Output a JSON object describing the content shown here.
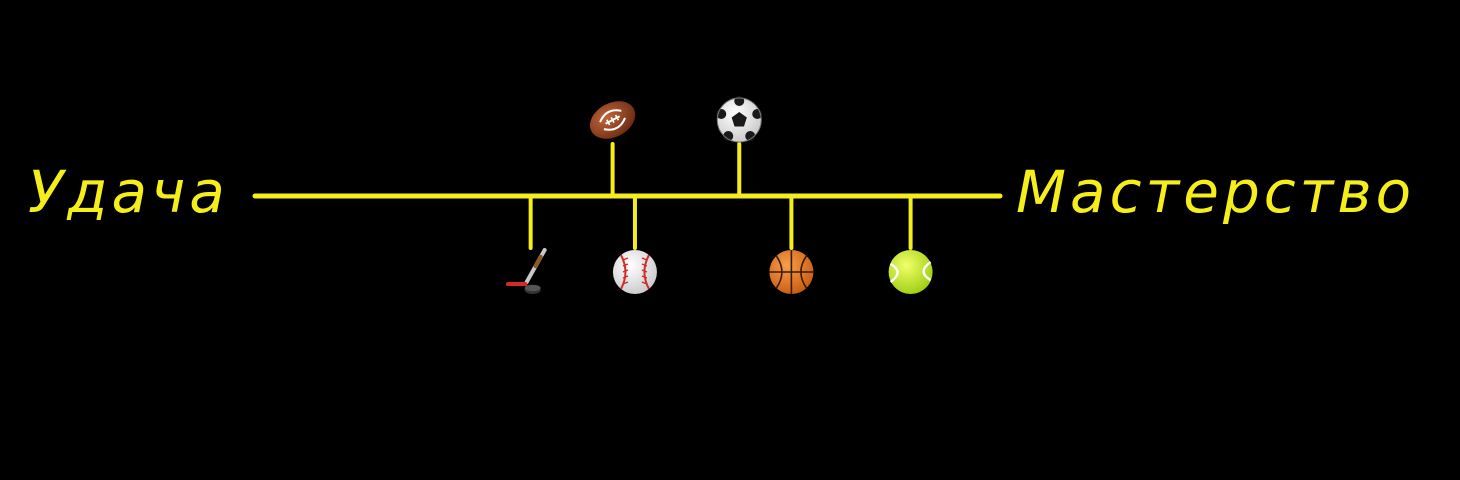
{
  "diagram": {
    "title": "",
    "left_label": "Удача",
    "right_label": "Мастерство",
    "colors": {
      "background": "#000000",
      "line": "#f5ee1a",
      "label": "#f5ee1a"
    },
    "sports": [
      {
        "name": "hockey",
        "icon": "hockey-stick-puck-icon",
        "position": 0.37,
        "side": "below"
      },
      {
        "name": "american-football",
        "icon": "american-football-icon",
        "position": 0.48,
        "side": "above"
      },
      {
        "name": "baseball",
        "icon": "baseball-icon",
        "position": 0.51,
        "side": "below"
      },
      {
        "name": "soccer",
        "icon": "soccer-ball-icon",
        "position": 0.65,
        "side": "above"
      },
      {
        "name": "basketball",
        "icon": "basketball-icon",
        "position": 0.72,
        "side": "below"
      },
      {
        "name": "tennis",
        "icon": "tennis-ball-icon",
        "position": 0.88,
        "side": "below"
      }
    ]
  }
}
